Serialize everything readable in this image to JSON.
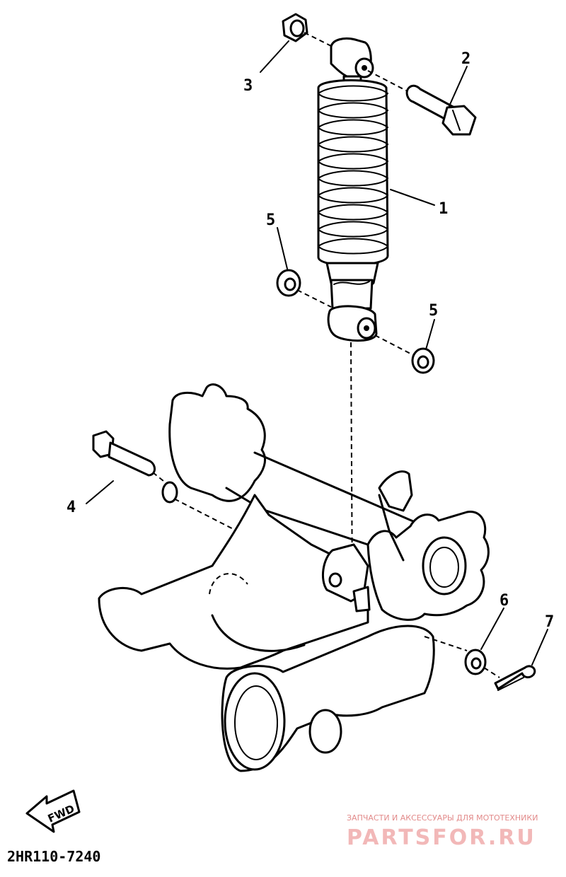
{
  "callouts": [
    {
      "id": "shock-absorber",
      "label": "1"
    },
    {
      "id": "bolt-upper",
      "label": "2"
    },
    {
      "id": "nut-upper",
      "label": "3"
    },
    {
      "id": "pivot-bolt",
      "label": "4"
    },
    {
      "id": "washer-left",
      "label": "5"
    },
    {
      "id": "washer-right",
      "label": "5"
    },
    {
      "id": "washer-pivot",
      "label": "6"
    },
    {
      "id": "cotter-pin",
      "label": "7"
    }
  ],
  "fwd_label": "FWD",
  "diagram_code": "2HR110-7240",
  "watermark": {
    "tagline": "ЗАПЧАСТИ И АКСЕССУАРЫ ДЛЯ МОТОТЕХНИКИ",
    "brand": "PARTSFOR.RU",
    "color": "#e28a8a"
  }
}
